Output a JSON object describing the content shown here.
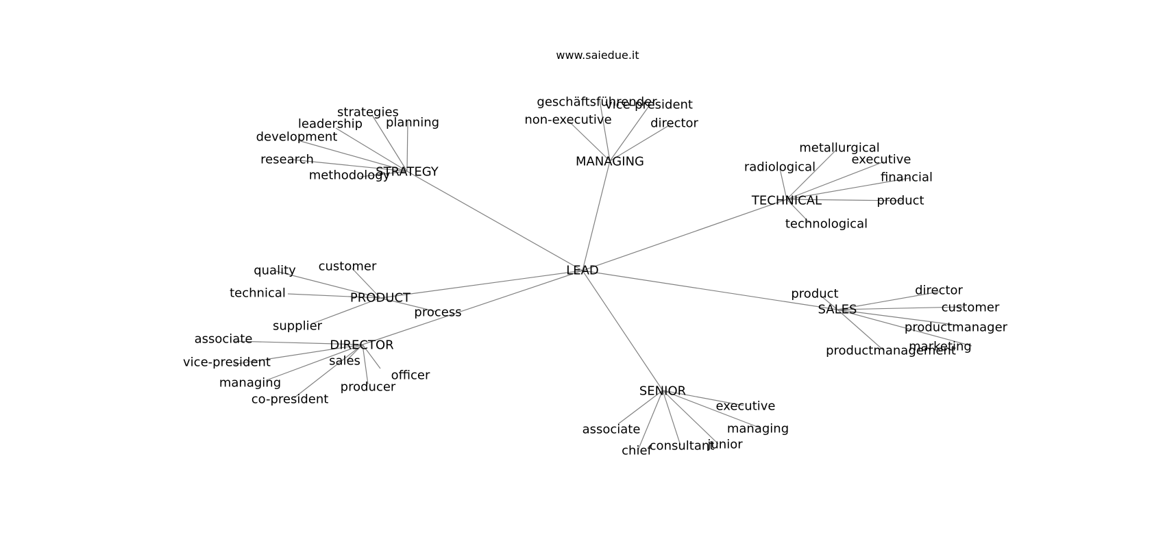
{
  "header": {
    "site": "www.saiedue.it"
  },
  "graph": {
    "root": "LEAD",
    "hubs": [
      {
        "label": "STRATEGY",
        "leaves": [
          "strategies",
          "planning",
          "leadership",
          "development",
          "research",
          "methodology"
        ]
      },
      {
        "label": "MANAGING",
        "leaves": [
          "geschäftsführender",
          "vice-president",
          "non-executive",
          "director"
        ]
      },
      {
        "label": "TECHNICAL",
        "leaves": [
          "metallurgical",
          "executive",
          "radiological",
          "financial",
          "product",
          "technological"
        ]
      },
      {
        "label": "PRODUCT",
        "leaves": [
          "customer",
          "quality",
          "technical",
          "supplier",
          "process"
        ]
      },
      {
        "label": "DIRECTOR",
        "leaves": [
          "associate",
          "vice-president",
          "managing",
          "co-president",
          "sales",
          "producer",
          "officer"
        ]
      },
      {
        "label": "SALES",
        "leaves": [
          "product",
          "director",
          "customer",
          "productmanager",
          "marketing",
          "productmanagement"
        ]
      },
      {
        "label": "SENIOR",
        "leaves": [
          "executive",
          "managing",
          "junior",
          "consultant",
          "chief",
          "associate"
        ]
      }
    ]
  },
  "colors": {
    "edge": "#808080",
    "text": "#000000",
    "background": "#ffffff"
  }
}
